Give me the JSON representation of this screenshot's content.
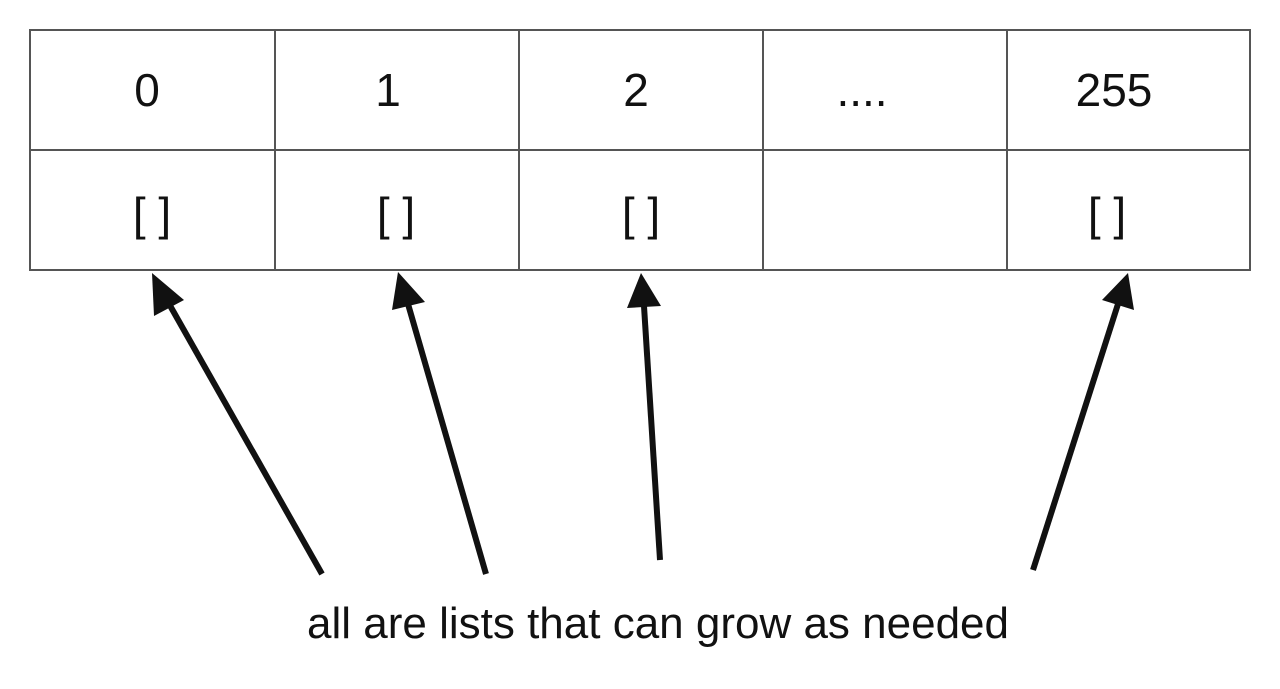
{
  "table": {
    "cells": [
      {
        "index": "0",
        "slot": "[ ]",
        "arrow": true
      },
      {
        "index": "1",
        "slot": "[ ]",
        "arrow": true
      },
      {
        "index": "2",
        "slot": "[ ]",
        "arrow": true
      },
      {
        "index": "....",
        "slot": "",
        "arrow": false
      },
      {
        "index": "255",
        "slot": "[ ]",
        "arrow": true
      }
    ]
  },
  "caption": "all are lists that can grow as needed"
}
